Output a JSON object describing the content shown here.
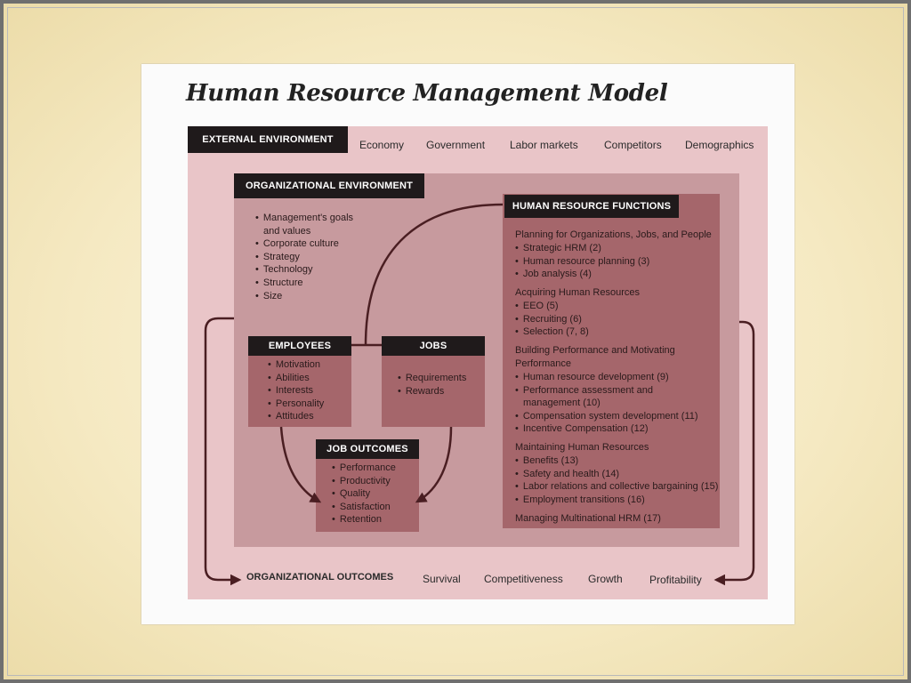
{
  "title": "Human Resource Management Model",
  "external": {
    "label": "EXTERNAL ENVIRONMENT",
    "items": [
      "Economy",
      "Government",
      "Labor markets",
      "Competitors",
      "Demographics"
    ]
  },
  "organizational": {
    "label": "ORGANIZATIONAL ENVIRONMENT",
    "items": [
      "Management's goals",
      "and values",
      "Corporate culture",
      "Strategy",
      "Technology",
      "Structure",
      "Size"
    ]
  },
  "employees": {
    "label": "EMPLOYEES",
    "items": [
      "Motivation",
      "Abilities",
      "Interests",
      "Personality",
      "Attitudes"
    ]
  },
  "jobs": {
    "label": "JOBS",
    "items": [
      "Requirements",
      "Rewards"
    ]
  },
  "job_outcomes": {
    "label": "JOB OUTCOMES",
    "items": [
      "Performance",
      "Productivity",
      "Quality",
      "Satisfaction",
      "Retention"
    ]
  },
  "hr_functions": {
    "label": "HUMAN RESOURCE FUNCTIONS",
    "planning": {
      "title": "Planning for Organizations, Jobs, and People",
      "items": [
        "Strategic HRM  (2)",
        "Human resource planning  (3)",
        "Job analysis  (4)"
      ]
    },
    "acquiring": {
      "title": "Acquiring Human Resources",
      "items": [
        "EEO (5)",
        "Recruiting  (6)",
        "Selection  (7, 8)"
      ]
    },
    "building": {
      "title1": "Building Performance and Motivating",
      "title2": "Performance",
      "items": [
        "Human resource development (9)",
        "Performance assessment and",
        "management (10)",
        "Compensation system development (11)",
        "Incentive Compensation (12)"
      ]
    },
    "maintaining": {
      "title": "Maintaining Human Resources",
      "items": [
        "Benefits (13)",
        "Safety and health (14)",
        "Labor relations and collective bargaining (15)",
        "Employment transitions (16)"
      ]
    },
    "multinational": "Managing Multinational HRM (17)"
  },
  "outcomes": {
    "label": "ORGANIZATIONAL OUTCOMES",
    "items": [
      "Survival",
      "Competitiveness",
      "Growth",
      "Profitability"
    ]
  },
  "colors": {
    "external_band": "#e9c5c8",
    "organizational": "#c79a9e",
    "box": "#a5666b",
    "label": "#1f1a1b",
    "arrow": "#4a1e22"
  }
}
